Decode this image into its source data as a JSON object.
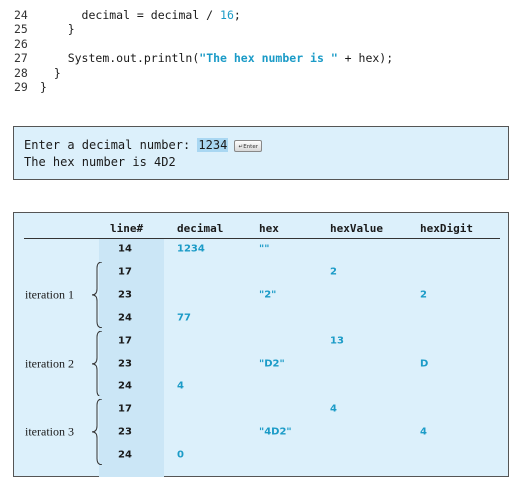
{
  "code": {
    "lines": [
      {
        "num": "24",
        "indent": "      ",
        "parts": [
          {
            "t": "decimal = decimal / ",
            "c": ""
          },
          {
            "t": "16",
            "c": "kw-num"
          },
          {
            "t": ";",
            "c": ""
          }
        ]
      },
      {
        "num": "25",
        "indent": "    ",
        "parts": [
          {
            "t": "}",
            "c": ""
          }
        ]
      },
      {
        "num": "26",
        "indent": "",
        "parts": []
      },
      {
        "num": "27",
        "indent": "    ",
        "parts": [
          {
            "t": "System.out.println(",
            "c": ""
          },
          {
            "t": "\"The hex number is \"",
            "c": "kw-str"
          },
          {
            "t": " + hex);",
            "c": ""
          }
        ]
      },
      {
        "num": "28",
        "indent": "  ",
        "parts": [
          {
            "t": "}",
            "c": ""
          }
        ]
      },
      {
        "num": "29",
        "indent": "",
        "parts": [
          {
            "t": "}",
            "c": ""
          }
        ]
      }
    ]
  },
  "console": {
    "prompt": "Enter a decimal number: ",
    "input": "1234",
    "enter_key_label": "↵Enter",
    "output": "The hex number is 4D2"
  },
  "trace": {
    "headers": {
      "line": "line#",
      "decimal": "decimal",
      "hex": "hex",
      "hexValue": "hexValue",
      "hexDigit": "hexDigit"
    },
    "rows": [
      {
        "line": "14",
        "decimal": "1234",
        "hex": "\"\"",
        "hexValue": "",
        "hexDigit": ""
      },
      {
        "line": "17",
        "decimal": "",
        "hex": "",
        "hexValue": "2",
        "hexDigit": ""
      },
      {
        "line": "23",
        "decimal": "",
        "hex": "\"2\"",
        "hexValue": "",
        "hexDigit": "2"
      },
      {
        "line": "24",
        "decimal": "77",
        "hex": "",
        "hexValue": "",
        "hexDigit": ""
      },
      {
        "line": "17",
        "decimal": "",
        "hex": "",
        "hexValue": "13",
        "hexDigit": ""
      },
      {
        "line": "23",
        "decimal": "",
        "hex": "\"D2\"",
        "hexValue": "",
        "hexDigit": "D"
      },
      {
        "line": "24",
        "decimal": "4",
        "hex": "",
        "hexValue": "",
        "hexDigit": ""
      },
      {
        "line": "17",
        "decimal": "",
        "hex": "",
        "hexValue": "4",
        "hexDigit": ""
      },
      {
        "line": "23",
        "decimal": "",
        "hex": "\"4D2\"",
        "hexValue": "",
        "hexDigit": "4"
      },
      {
        "line": "24",
        "decimal": "0",
        "hex": "",
        "hexValue": "",
        "hexDigit": ""
      }
    ],
    "iterations": [
      {
        "label": "iteration 1",
        "first_row": 1,
        "last_row": 3
      },
      {
        "label": "iteration 2",
        "first_row": 4,
        "last_row": 6
      },
      {
        "label": "iteration 3",
        "first_row": 7,
        "last_row": 9
      }
    ]
  },
  "colors": {
    "accent": "#1b9bc7",
    "panel_bg": "#dcf0fb",
    "line_col_bg": "#cbe6f6",
    "input_highlight": "#a9d7f2"
  }
}
